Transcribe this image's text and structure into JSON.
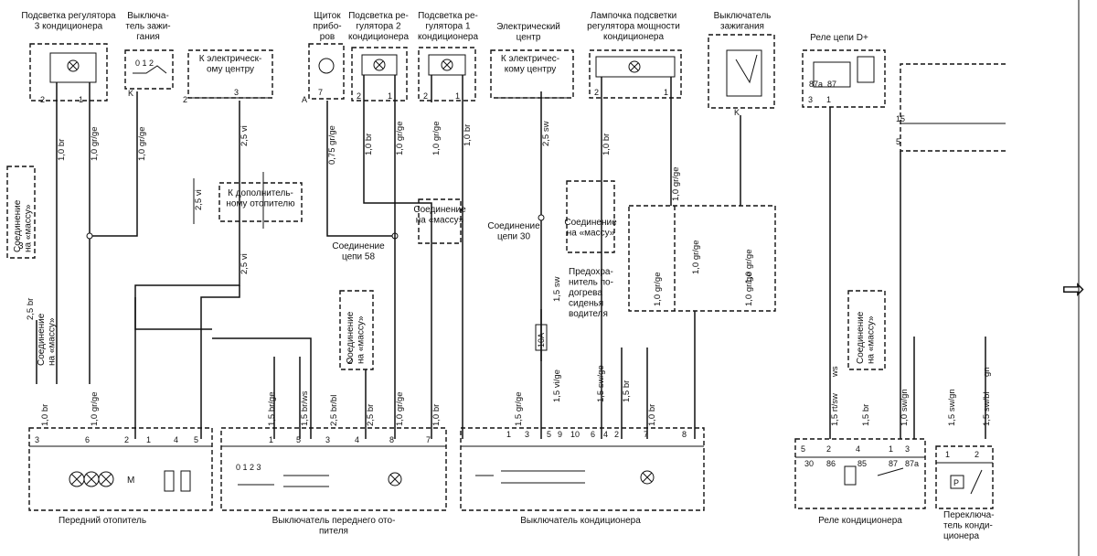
{
  "components": {
    "lamp3": "Подсветка регулятора\n3 кондиционера",
    "ignsw1": "Выключа-\nтель зажи-\nгания",
    "elcenter1": "К электрическ-\nому центру",
    "cluster": "Щиток\nприбо-\nров",
    "lamp2": "Подсветка ре-\nгулятора 2\nкондиционера",
    "lamp1": "Подсветка ре-\nгулятора 1\nкондиционера",
    "elcenter_title": "Электрический\nцентр",
    "elcenter2": "К электричес-\nкому центру",
    "powerlamp": "Лампочка подсветки\nрегулятора мощности\nкондиционера",
    "ignsw2": "Выключатель\nзажигания",
    "relayd": "Реле цепи D+",
    "aux": "К дополнитель-\nному отопителю",
    "ground_left": "Соединение\nна «массу»",
    "ground_vert": "Соединение\nна «массу»",
    "ground_mid": "Соединение\nна «массу»",
    "ground_lamp": "Соединение\nна «массу»",
    "ground_center": "Соединение\nна «массу»",
    "ground_relay": "Соединение\nна «массу»",
    "circuit58": "Соединение\nцепи 58",
    "circuit30": "Соединение\nцепи 30",
    "fuse": "Предохра-\nнитель по-\nдогрева\nсиденья\nводителя",
    "fuse_rating": "10A",
    "heater": "Передний отопитель",
    "heater_sw": "Выключатель переднего ото-\nпителя",
    "ac_sw": "Выключатель кондиционера",
    "ac_relay": "Реле кондиционера",
    "ac_sw2": "Переключа-\nтель конди-\nционера",
    "motor": "M",
    "marker_a": "A",
    "marker_k1": "K",
    "marker_k2": "K",
    "marker_p": "P",
    "label3": "3",
    "label2": "2",
    "arrow": "⇨"
  },
  "wires": {
    "lamp3_br": "1,0 br",
    "lamp3_grge": "1,0 gr/ge",
    "ign1_grge": "1,0 gr/ge",
    "center1_vi": "2,5 vi",
    "aux_vi": "2,5 vi",
    "aux_vi2": "2,5 vi",
    "cluster_grge": "0,75 gr/ge",
    "lamp2_br": "1,0 br",
    "lamp2_grge": "1,0 gr/ge",
    "lamp1_grge": "1,0 gr/ge",
    "lamp1_br": "1,0 br",
    "center2_sw": "2,5 sw",
    "power_br": "1,0 br",
    "power_grge": "1,0 gr/ge",
    "ign2_grge_a": "1,0 gr/ge",
    "ign2_grge_b": "1,0 gr/ge",
    "loop_grge": "1,0 gr/ge",
    "loop_grge2": "1,0 gr/ge",
    "ground_br": "2,5 br",
    "fuse_sw": "1,5 sw",
    "bot_br1": "1,0 br",
    "bot_grge1": "1,0 gr/ge",
    "bot_brge": "1,5 br/ge",
    "bot_brws": "1,5 br/ws",
    "bot_brbl": "2,5 br/bl",
    "bot_br2": "2,5 br",
    "bot_grge2": "1,0 gr/ge",
    "bot_br3": "1,0 br",
    "bot_grge3": "1,5 gr/ge",
    "bot_vige": "1,5 vi/ge",
    "bot_swge": "1,5 sw/ge",
    "bot_br4": "1,5 br",
    "bot_br5": "1,0 br",
    "bot_rtsw": "1,5 rt/sw",
    "bot_ws": "ws",
    "bot_br6": "1,5 br",
    "bot_swgn": "1,0 sw/gn",
    "bot_swgn2": "1,5 sw/gn",
    "bot_swbl": "1,5 sw/bl",
    "bot_gn": "gn"
  },
  "pins": {
    "heater": [
      "3",
      "6",
      "2",
      "1",
      "4",
      "5"
    ],
    "heater_sw": [
      "1",
      "5",
      "3",
      "4",
      "8",
      "7"
    ],
    "heater_sw_pos": "0 1 2 3",
    "ac_sw": [
      "1",
      "3",
      "5",
      "9",
      "10",
      "6",
      "4",
      "2",
      "7",
      "8"
    ],
    "ac_relay": [
      "5",
      "2",
      "4",
      "1",
      "3"
    ],
    "ac_relay_inner": [
      "30",
      "86",
      "85",
      "87",
      "87a"
    ],
    "ac_sw2": [
      "1",
      "2"
    ],
    "lamp3": [
      "2",
      "1"
    ],
    "lamp2": [
      "2",
      "1"
    ],
    "lamp1": [
      "2",
      "1"
    ],
    "cluster": [
      "7"
    ],
    "power": [
      "2",
      "1"
    ],
    "relayd": [
      "3",
      "1",
      "87a",
      "87"
    ],
    "center1": [
      "2",
      "3"
    ],
    "right_pins": [
      "15",
      "5"
    ]
  }
}
